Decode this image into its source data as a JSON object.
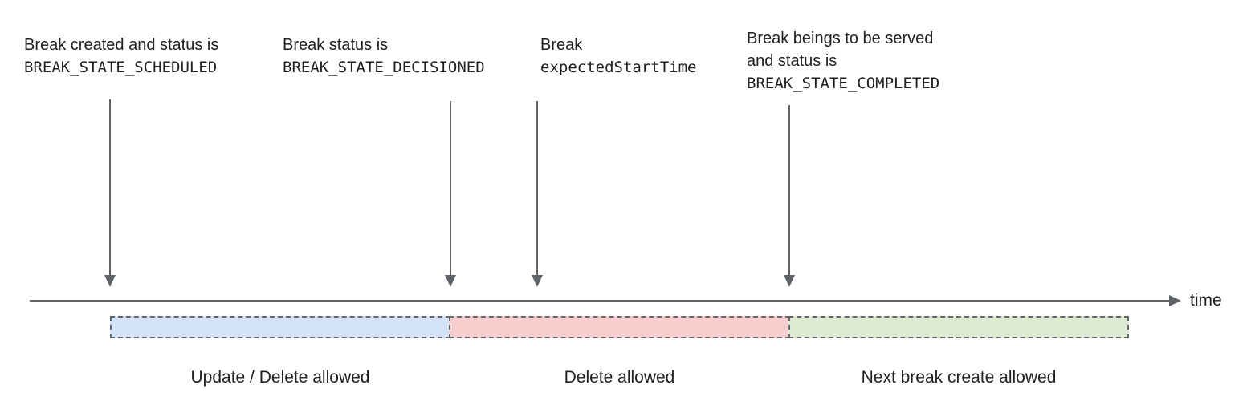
{
  "annotations": [
    {
      "text": "Break created and status is",
      "code": "BREAK_STATE_SCHEDULED"
    },
    {
      "text": "Break status is",
      "code": "BREAK_STATE_DECISIONED"
    },
    {
      "text": "Break",
      "code": "expectedStartTime"
    },
    {
      "text": "Break beings to be served",
      "text2": "and status is",
      "code": "BREAK_STATE_COMPLETED"
    }
  ],
  "timeline": {
    "axis_label": "time"
  },
  "segments": [
    {
      "label": "Update / Delete allowed",
      "fill": "#d4e4f7"
    },
    {
      "label": "Delete allowed",
      "fill": "#f6cfce"
    },
    {
      "label": "Next break create allowed",
      "fill": "#dcebd2"
    }
  ],
  "colors": {
    "line_gray": "#5f6368",
    "text": "#202124",
    "dashed_border": "#63676b"
  }
}
